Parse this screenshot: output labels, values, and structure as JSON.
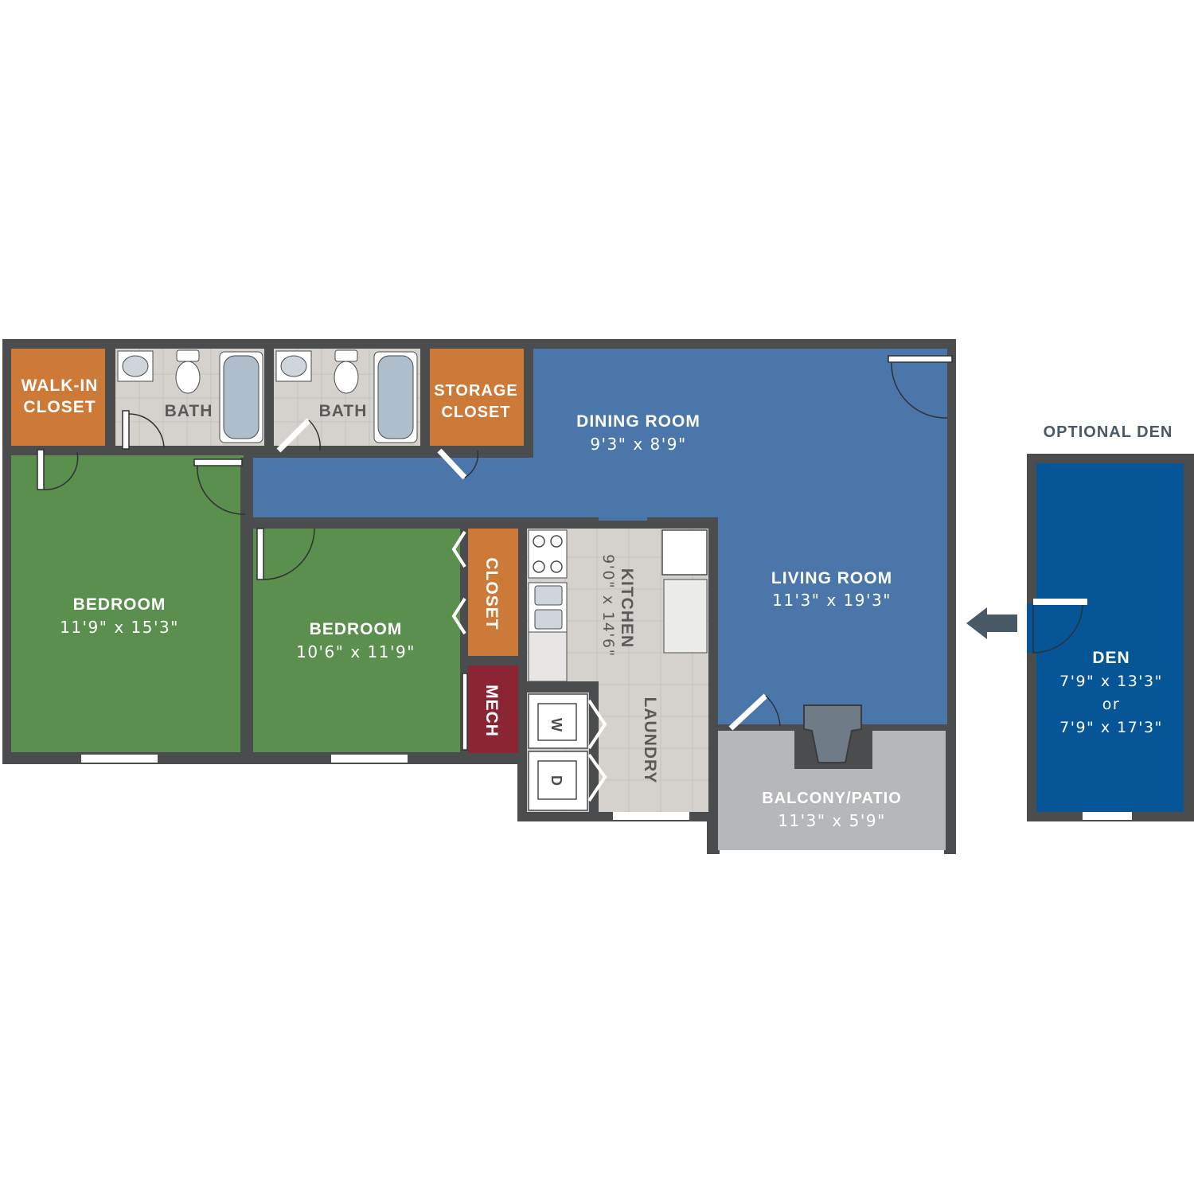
{
  "colors": {
    "wall": "#4a4c4e",
    "bedroom": "#5a8f4e",
    "living": "#4a76aa",
    "den": "#065697",
    "closet": "#cd7a38",
    "mech": "#8b2433",
    "tile": "#d5d2ce",
    "balcony": "#b5b7b9",
    "arrow": "#4a5968"
  },
  "rooms": {
    "walkin_closet": {
      "line1": "WALK-IN",
      "line2": "CLOSET"
    },
    "bath1": {
      "name": "BATH"
    },
    "bath2": {
      "name": "BATH"
    },
    "storage_closet": {
      "line1": "STORAGE",
      "line2": "CLOSET"
    },
    "dining_room": {
      "name": "DINING ROOM",
      "dims": "9'3\" x 8'9\""
    },
    "bedroom1": {
      "name": "BEDROOM",
      "dims": "11'9\" x 15'3\""
    },
    "bedroom2": {
      "name": "BEDROOM",
      "dims": "10'6\" x 11'9\""
    },
    "closet": {
      "name": "CLOSET"
    },
    "mech": {
      "name": "MECH"
    },
    "kitchen": {
      "name": "KITCHEN",
      "dims": "9'0\" x 14'6\""
    },
    "laundry": {
      "name": "LAUNDRY"
    },
    "living_room": {
      "name": "LIVING ROOM",
      "dims": "11'3\" x 19'3\""
    },
    "balcony": {
      "name": "BALCONY/PATIO",
      "dims": "11'3\" x 5'9\""
    },
    "den": {
      "name": "DEN",
      "dims1": "7'9\" x 13'3\"",
      "or": "or",
      "dims2": "7'9\" x 17'3\""
    }
  },
  "appliances": {
    "washer": "W",
    "dryer": "D"
  },
  "optional_den_title": "OPTIONAL DEN"
}
